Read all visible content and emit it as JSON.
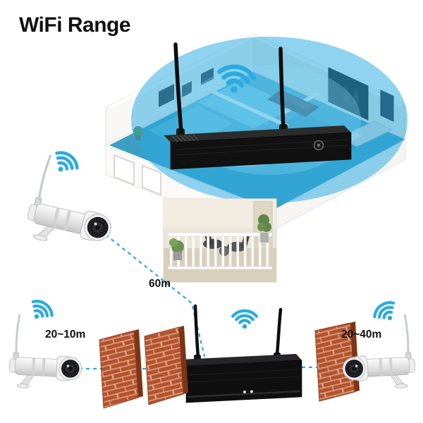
{
  "title": "WiFi Range",
  "labels": {
    "distance_top": "60m",
    "distance_bottom_left": "20~10m",
    "distance_bottom_right": "20~40m"
  },
  "colors": {
    "wifi_blue": "#29ABE2",
    "coverage_fill": "#29ABE2",
    "brick_red": "#B5532C",
    "device_black": "#111111",
    "text_black": "#111111",
    "camera_white": "#EFEFEF"
  },
  "icons": {
    "wifi": "wifi-signal-icon",
    "camera": "wireless-bullet-camera",
    "recorder": "nvr-wifi-recorder",
    "wall": "brick-wall"
  }
}
